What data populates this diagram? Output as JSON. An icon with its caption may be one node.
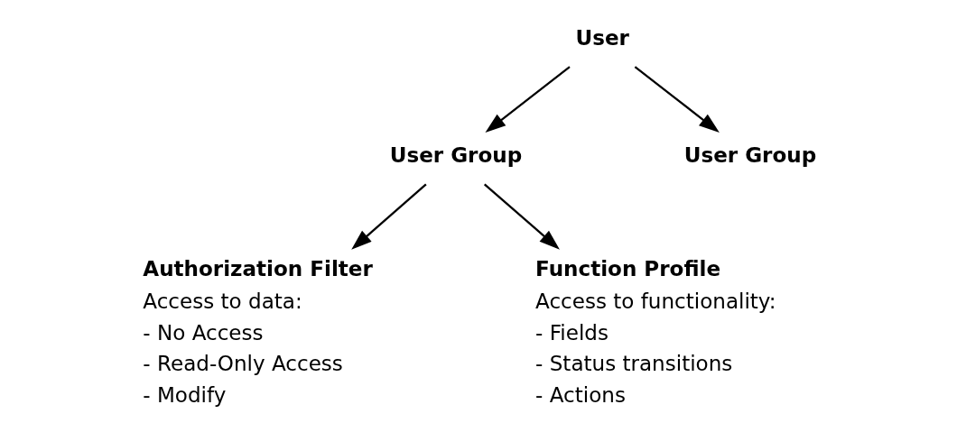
{
  "diagram": {
    "nodes": [
      {
        "text": [
          "User"
        ]
      },
      {
        "text": [
          "User Group"
        ]
      },
      {
        "text": [
          "User Group"
        ]
      },
      {
        "text": [
          "Authorization Filter",
          "Access to data:",
          "- No Access",
          "- Read-Only Access",
          "- Modify"
        ]
      },
      {
        "text": [
          "Function Profile",
          "Access to functionality:",
          "- Fields",
          "- Status transitions",
          "- Actions"
        ]
      }
    ],
    "edges": [
      {
        "from": 0,
        "to": 1,
        "arrow": "to"
      },
      {
        "from": 0,
        "to": 2,
        "arrow": "to"
      },
      {
        "from": 1,
        "to": 3,
        "arrow": "to"
      },
      {
        "from": 1,
        "to": 4,
        "arrow": "to"
      }
    ]
  }
}
